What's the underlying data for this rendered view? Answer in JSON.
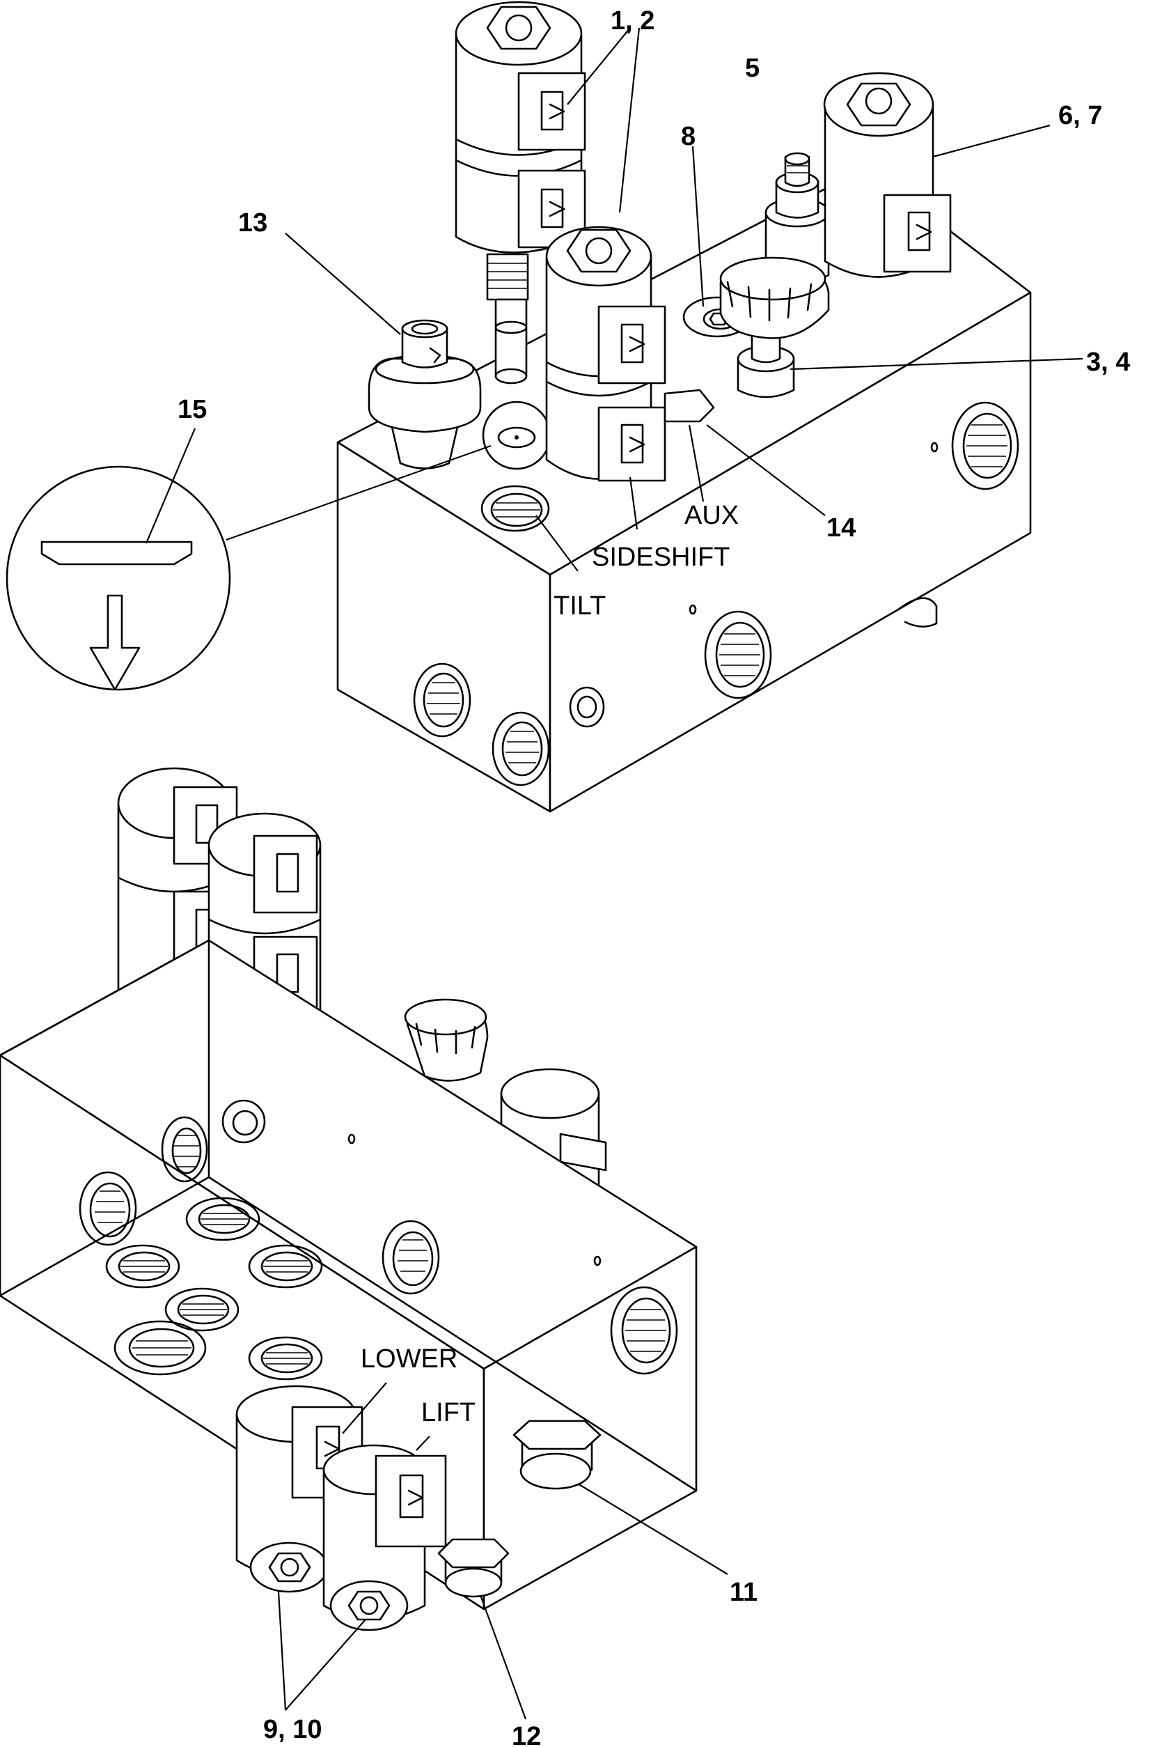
{
  "callouts": {
    "c1_2": "1, 2",
    "c5": "5",
    "c6_7": "6, 7",
    "c8": "8",
    "c13": "13",
    "c3_4": "3, 4",
    "c15": "15",
    "c14": "14",
    "c11": "11",
    "c9_10": "9, 10",
    "c12": "12"
  },
  "port_labels": {
    "aux": "AUX",
    "sideshift": "SIDESHIFT",
    "tilt": "TILT",
    "lower": "LOWER",
    "lift": "LIFT"
  }
}
